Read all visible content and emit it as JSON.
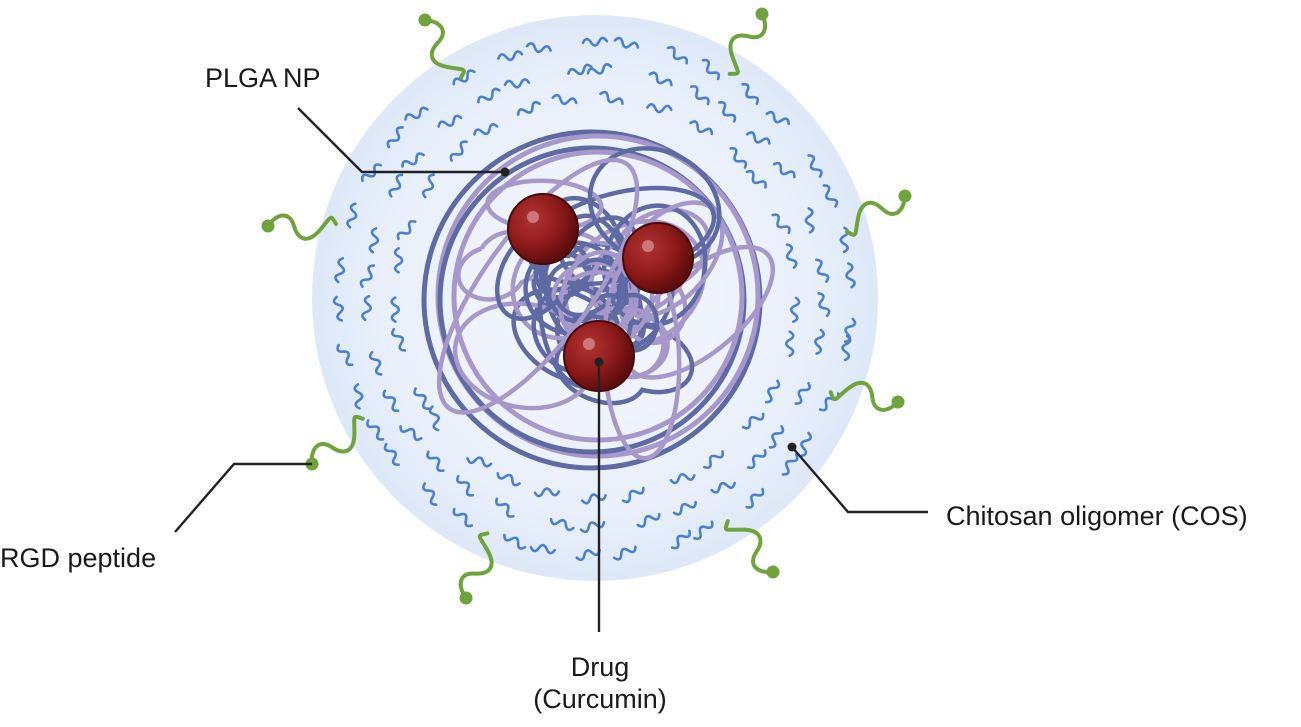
{
  "labels": {
    "plga": "PLGA NP",
    "rgd": "RGD peptide",
    "cos": "Chitosan oligomer (COS)",
    "drug_line1": "Drug",
    "drug_line2": "(Curcumin)"
  },
  "colors": {
    "shell": "#e7effb",
    "core_dark": "#5d6aa3",
    "core_light": "#a798cc",
    "cos_blue": "#4a80d0",
    "rgd_green": "#6fa33c",
    "drug_red": "#8e1a1a",
    "leader": "#222222"
  },
  "icons": [
    "nanoparticle-icon",
    "drug-sphere-icon",
    "rgd-peptide-icon",
    "chitosan-chain-icon"
  ]
}
